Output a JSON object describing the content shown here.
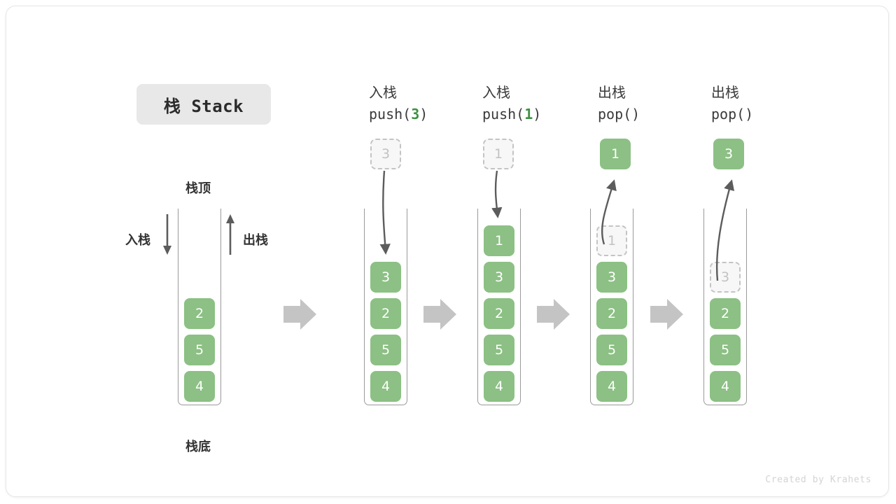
{
  "title": {
    "badge_text": "栈 Stack"
  },
  "legend": {
    "top_label": "栈顶",
    "bottom_label": "栈底",
    "push_label": "入栈",
    "pop_label": "出栈"
  },
  "credit": "Created by Krahets",
  "colors": {
    "element_green": "#8CC084",
    "accent_green": "#3f9142",
    "ghost_border": "#c4c4c4",
    "ghost_fill": "#f7f7f7",
    "ghost_text": "#c2c2c2",
    "stack_border": "#9a9a9a",
    "badge_bg": "#e8e8e8",
    "flow_arrow": "#c4c4c4",
    "curve_arrow": "#5c5c5c",
    "text": "#333333"
  },
  "steps": [
    {
      "id": "initial",
      "op": "",
      "head_line1": "",
      "head_line2": "",
      "head_arg": "",
      "stack": [
        "4",
        "5",
        "2"
      ],
      "ghost_index": null,
      "float_box": null
    },
    {
      "id": "push-3",
      "op": "push",
      "head_line1": "入栈",
      "head_prefix": "push(",
      "head_arg": "3",
      "head_suffix": ")",
      "stack": [
        "4",
        "5",
        "2",
        "3"
      ],
      "ghost_index": null,
      "float_box": {
        "value": "3",
        "style": "ghost"
      }
    },
    {
      "id": "push-1",
      "op": "push",
      "head_line1": "入栈",
      "head_prefix": "push(",
      "head_arg": "1",
      "head_suffix": ")",
      "stack": [
        "4",
        "5",
        "2",
        "3",
        "1"
      ],
      "ghost_index": null,
      "float_box": {
        "value": "1",
        "style": "ghost"
      }
    },
    {
      "id": "pop-1",
      "op": "pop",
      "head_line1": "出栈",
      "head_prefix": "pop(",
      "head_arg": "",
      "head_suffix": ")",
      "stack": [
        "4",
        "5",
        "2",
        "3",
        "1"
      ],
      "ghost_index": 4,
      "float_box": {
        "value": "1",
        "style": "filled"
      }
    },
    {
      "id": "pop-3",
      "op": "pop",
      "head_line1": "出栈",
      "head_prefix": "pop(",
      "head_arg": "",
      "head_suffix": ")",
      "stack": [
        "4",
        "5",
        "2",
        "3"
      ],
      "ghost_index": 3,
      "float_box": {
        "value": "3",
        "style": "filled"
      }
    }
  ],
  "headers": [
    {
      "line1": "入栈",
      "prefix": "push(",
      "arg": "3",
      "suffix": ")"
    },
    {
      "line1": "入栈",
      "prefix": "push(",
      "arg": "1",
      "suffix": ")"
    },
    {
      "line1": "出栈",
      "prefix": "pop(",
      "arg": "",
      "suffix": ")"
    },
    {
      "line1": "出栈",
      "prefix": "pop(",
      "arg": "",
      "suffix": ")"
    }
  ]
}
